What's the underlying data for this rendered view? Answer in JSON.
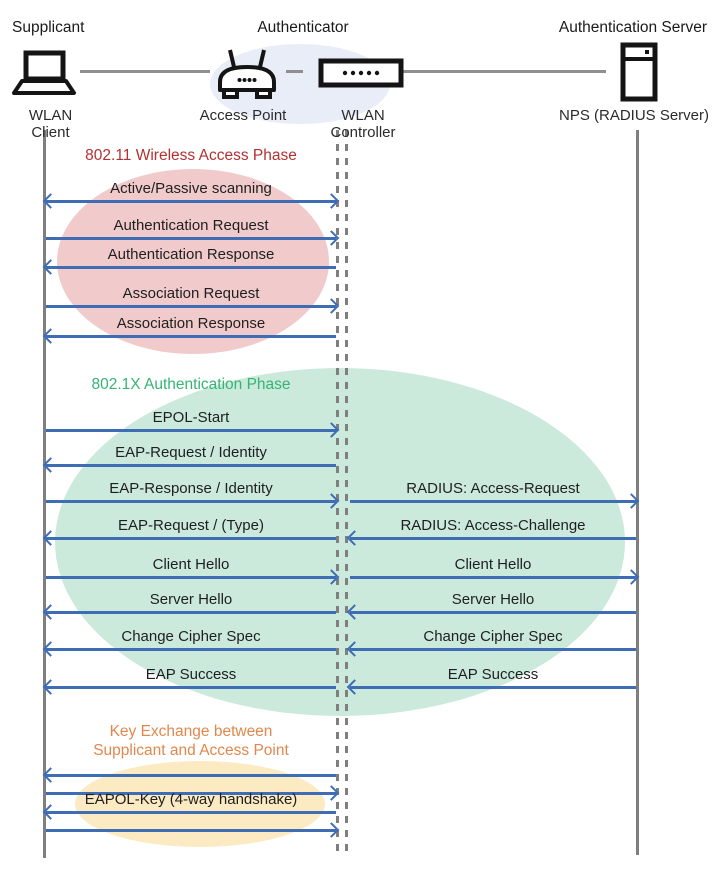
{
  "header": {
    "roles": [
      {
        "label": "Supplicant"
      },
      {
        "label": "Authenticator"
      },
      {
        "label": "Authentication Server"
      }
    ],
    "devices": [
      {
        "label": "WLAN Client",
        "icon": "laptop-icon"
      },
      {
        "label": "Access Point",
        "icon": "access-point-icon"
      },
      {
        "label": "WLAN Controller",
        "icon": "wlan-controller-icon"
      },
      {
        "label": "NPS (RADIUS Server)",
        "icon": "server-icon"
      }
    ]
  },
  "phases": [
    {
      "title": "802.11 Wireless Access Phase",
      "color": "#B23131"
    },
    {
      "title": "802.1X Authentication Phase",
      "color": "#36B475"
    },
    {
      "title_line1": "Key Exchange between",
      "title_line2": "Supplicant and Access Point",
      "color": "#E0884D"
    }
  ],
  "messages": [
    {
      "label": "Active/Passive scanning",
      "lane": "client-controller",
      "direction": "both"
    },
    {
      "label": "Authentication Request",
      "lane": "client-controller",
      "direction": "right"
    },
    {
      "label": "Authentication Response",
      "lane": "client-controller",
      "direction": "left"
    },
    {
      "label": "Association Request",
      "lane": "client-controller",
      "direction": "right"
    },
    {
      "label": "Association Response",
      "lane": "client-controller",
      "direction": "left"
    },
    {
      "label": "EPOL-Start",
      "lane": "client-controller",
      "direction": "right"
    },
    {
      "label": "EAP-Request / Identity",
      "lane": "client-controller",
      "direction": "left"
    },
    {
      "label": "EAP-Response / Identity",
      "lane": "client-controller",
      "direction": "right"
    },
    {
      "label": "RADIUS: Access-Request",
      "lane": "controller-server",
      "direction": "right"
    },
    {
      "label": "EAP-Request / (Type)",
      "lane": "client-controller",
      "direction": "left"
    },
    {
      "label": "RADIUS: Access-Challenge",
      "lane": "controller-server",
      "direction": "left"
    },
    {
      "label": "Client Hello",
      "lane": "client-controller",
      "direction": "right"
    },
    {
      "label": "Client Hello",
      "lane": "controller-server",
      "direction": "right"
    },
    {
      "label": "Server Hello",
      "lane": "client-controller",
      "direction": "left"
    },
    {
      "label": "Server Hello",
      "lane": "controller-server",
      "direction": "left"
    },
    {
      "label": "Change Cipher Spec",
      "lane": "client-controller",
      "direction": "left"
    },
    {
      "label": "Change Cipher Spec",
      "lane": "controller-server",
      "direction": "left"
    },
    {
      "label": "EAP Success",
      "lane": "client-controller",
      "direction": "left"
    },
    {
      "label": "EAP Success",
      "lane": "controller-server",
      "direction": "left"
    },
    {
      "label": "",
      "lane": "client-controller",
      "direction": "left"
    },
    {
      "label": "",
      "lane": "client-controller",
      "direction": "right"
    },
    {
      "label": "EAPOL-Key (4-way handshake)",
      "lane": "client-controller",
      "direction": "left"
    },
    {
      "label": "",
      "lane": "client-controller",
      "direction": "right"
    }
  ],
  "colors": {
    "arrow": "#3E6CB5",
    "lifeline": "#7f7f7f",
    "phase1_ellipse": "#F1CBCC",
    "phase2_ellipse": "#CBEADB",
    "phase3_ellipse": "#FCEAC2",
    "authenticator_ellipse": "#E9EDF8"
  }
}
